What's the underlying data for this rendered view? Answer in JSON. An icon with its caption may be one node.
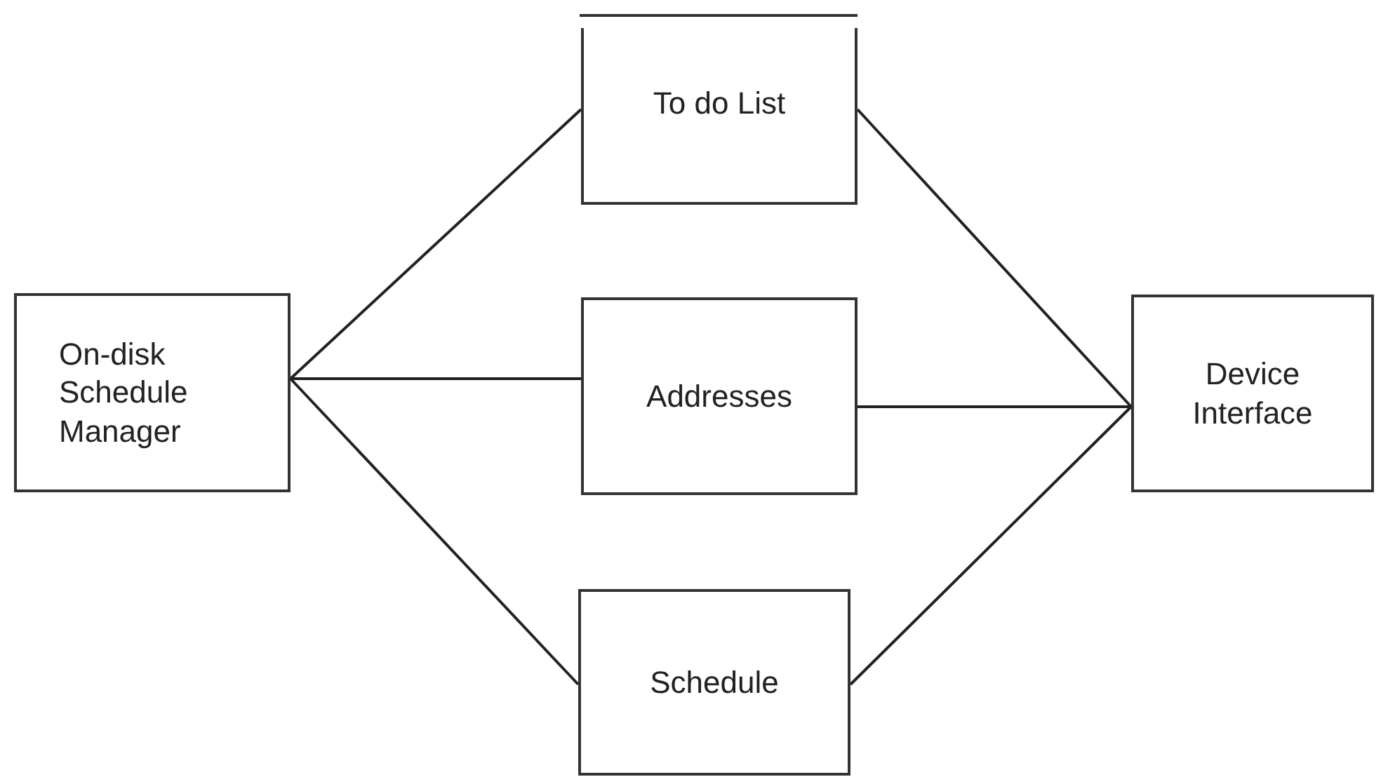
{
  "diagram": {
    "nodes": [
      {
        "text": [
          "On-disk Schedule Manager"
        ]
      },
      {
        "text": [
          "To do List"
        ]
      },
      {
        "text": [
          "Addresses"
        ]
      },
      {
        "text": [
          "Schedule"
        ]
      },
      {
        "text": [
          "Device Interface"
        ]
      }
    ],
    "edges": [
      {
        "from": 0,
        "to": 1,
        "arrow": "none"
      },
      {
        "from": 0,
        "to": 2,
        "arrow": "none"
      },
      {
        "from": 0,
        "to": 3,
        "arrow": "none"
      },
      {
        "from": 1,
        "to": 4,
        "arrow": "none"
      },
      {
        "from": 2,
        "to": 4,
        "arrow": "none"
      },
      {
        "from": 3,
        "to": 4,
        "arrow": "none"
      }
    ]
  }
}
